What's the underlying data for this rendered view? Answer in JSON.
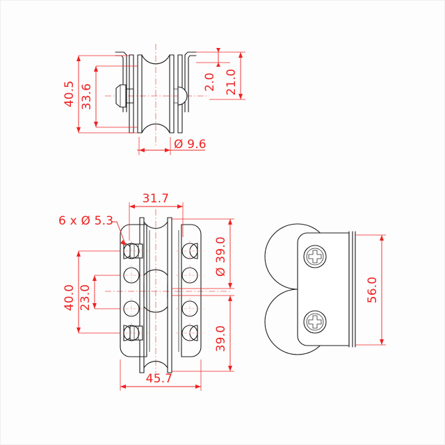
{
  "drawing": {
    "background_color": "#fdfdfd",
    "geometry_color": "#1a1a1a",
    "dimension_color": "#ee2222",
    "centerline_color": "#ee5555",
    "views": [
      {
        "id": "top-view",
        "name": "top-view"
      },
      {
        "id": "front-view",
        "name": "front-view"
      },
      {
        "id": "side-view",
        "name": "side-view"
      }
    ]
  },
  "top_view": {
    "dim_overall_height": "40.5",
    "dim_inner_height": "33.6",
    "dim_flange_offset": "2.0",
    "dim_arm_length": "21.0",
    "dim_bore": "Ø 9.6"
  },
  "front_view": {
    "dim_inner_width": "31.7",
    "dim_overall_width": "45.7",
    "dim_hole_note": "6 x Ø 5.3",
    "dim_hole_span_outer": "40.0",
    "dim_hole_span_inner": "23.0",
    "dim_wheel_diameter": "Ø 39.0",
    "dim_wheel_pitch": "39.0"
  },
  "side_view": {
    "dim_overall_height": "56.0"
  }
}
